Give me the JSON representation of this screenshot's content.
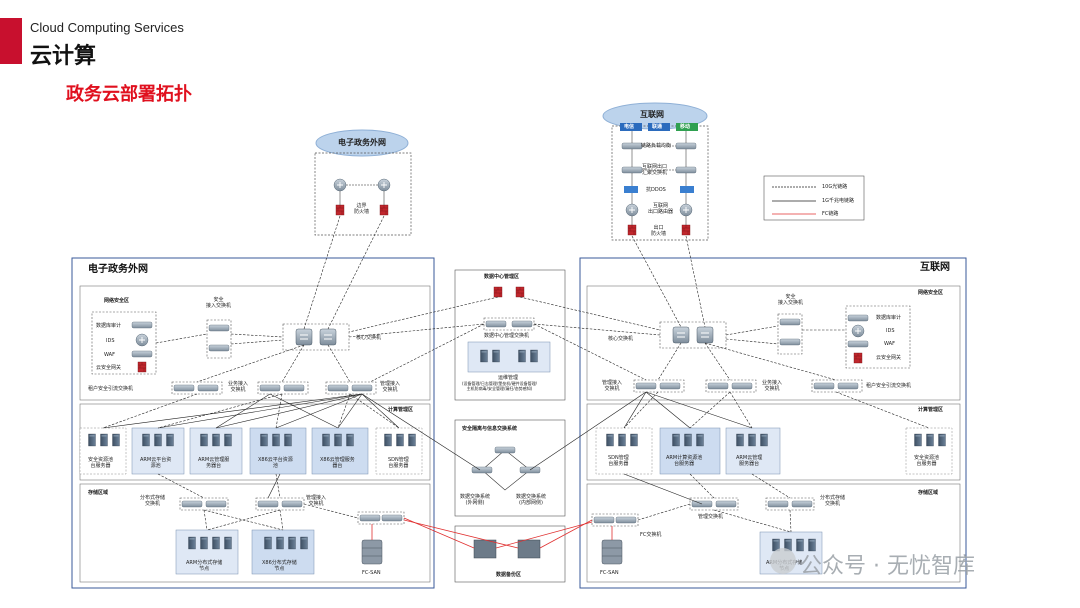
{
  "header": {
    "en": "Cloud Computing Services",
    "cn": "云计算"
  },
  "subtitle": "政务云部署拓扑",
  "clouds": {
    "egov": "电子政务外网",
    "internet": "互联网"
  },
  "carriers": [
    "电信",
    "联通",
    "移动"
  ],
  "inet_top": {
    "lb": "链路负载均衡",
    "edge": "互联网出口\n汇聚交换机",
    "ddos": "抗DDOS",
    "border": "互联网\n出口路由器",
    "fw": "出口\n防火墙"
  },
  "egov_top": {
    "fw": "边界\n防火墙"
  },
  "legend": {
    "items": [
      "10G光链路",
      "1G千兆电链路",
      "FC链路"
    ]
  },
  "left": {
    "title": "电子政务外网",
    "net_sec": "网络安全区",
    "devices": [
      "数据库审计",
      "IDS",
      "WAF",
      "云安全网关"
    ],
    "secure_access": "安全\n接入交换机",
    "core": "核心交换机",
    "tenant": "租户安全引流交换机",
    "biz_access": "业务接入\n交换机",
    "mgmt_access": "管理接入\n交换机",
    "compute": "计算管理区",
    "servers": [
      "安全资源池\n台服务器",
      "ARM云平台资\n源池",
      "ARM云管理服\n务器台",
      "X86云平台资源\n池",
      "X86云管理服务\n器台",
      "SDN管理\n台服务器"
    ],
    "storage": "存储区域",
    "dist_sw": "分布式存储\n交换机",
    "mgmt_sw": "管理接入\n交换机",
    "arm_store": "ARM分布式存储\n节点",
    "x86_store": "X86分布式存储\n节点",
    "fcsan": "FC-SAN"
  },
  "center": {
    "dc_title": "数据中心管理区",
    "dc_sw": "数据中心管理交换机",
    "ops": "运维管理",
    "ops_detail": "(设备管理/日志管理/堡垒机/硬件设备管理/\n主机防病毒/安全管理/漏扫/态势感知)",
    "iso_title": "安全隔离与信息交换系统",
    "iso_left": "数据交换系统\n(外网侧)",
    "iso_right": "数据交换系统\n(内部网侧)",
    "backup": "数据备份区"
  },
  "right": {
    "title": "互联网",
    "net_sec": "网络安全区",
    "devices": [
      "数据库审计",
      "IDS",
      "WAF",
      "云安全网关"
    ],
    "secure_access": "安全\n接入交换机",
    "core": "核心交换机",
    "mgmt_access": "管理接入\n交换机",
    "biz_access": "业务接入\n交换机",
    "tenant": "租户安全引流交换机",
    "compute": "计算管理区",
    "servers": [
      "SDN管理\n台服务器",
      "ARM计算资源池\n台服务器",
      "ARM云管理\n服务器台",
      "安全资源池\n台服务器"
    ],
    "storage": "存储区域",
    "mgmt_sw": "管理交换机",
    "dist_sw": "分布式存储\n交换机",
    "fc_sw": "FC交换机",
    "arm_store": "ARM分布式存储\n节点",
    "fcsan": "FC-SAN"
  },
  "watermark": "公众号 · 无忧智库",
  "colors": {
    "accent": "#c8102e",
    "title_red": "#e0101e",
    "fc_link": "#e03030",
    "zone_blue": "#3a5a9a"
  }
}
